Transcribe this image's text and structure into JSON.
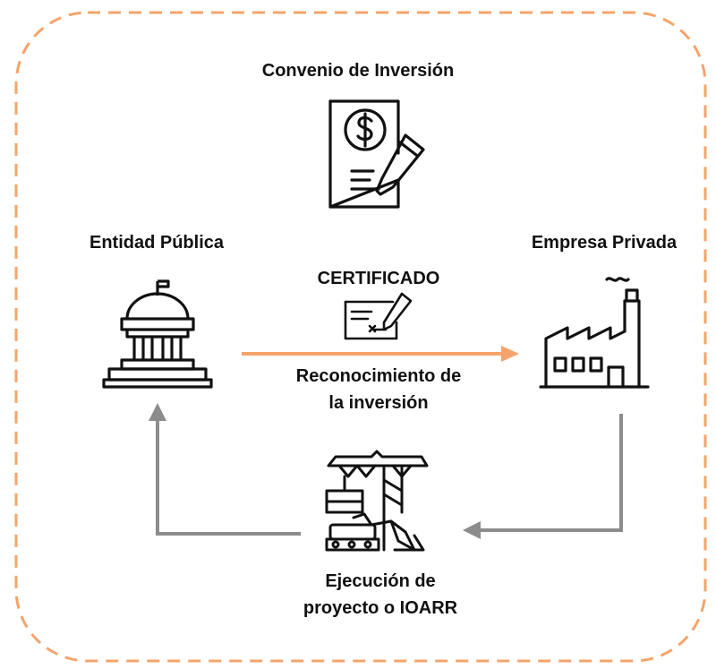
{
  "title": "Convenio de Inversión",
  "nodes": {
    "public": "Entidad Pública",
    "private": "Empresa Privada",
    "certificate": "CERTIFICADO",
    "recognition_line1": "Reconocimiento de",
    "recognition_line2": "la inversión",
    "execution_line1": "Ejecución de",
    "execution_line2": "proyecto o IOARR"
  },
  "colors": {
    "frame_dash": "#f4a46b",
    "orange_arrow": "#f5a36a",
    "gray_arrow": "#8c8c8c",
    "ink": "#111111"
  },
  "icons": [
    "contract-icon",
    "government-building-icon",
    "certificate-icon",
    "factory-icon",
    "construction-icon"
  ]
}
